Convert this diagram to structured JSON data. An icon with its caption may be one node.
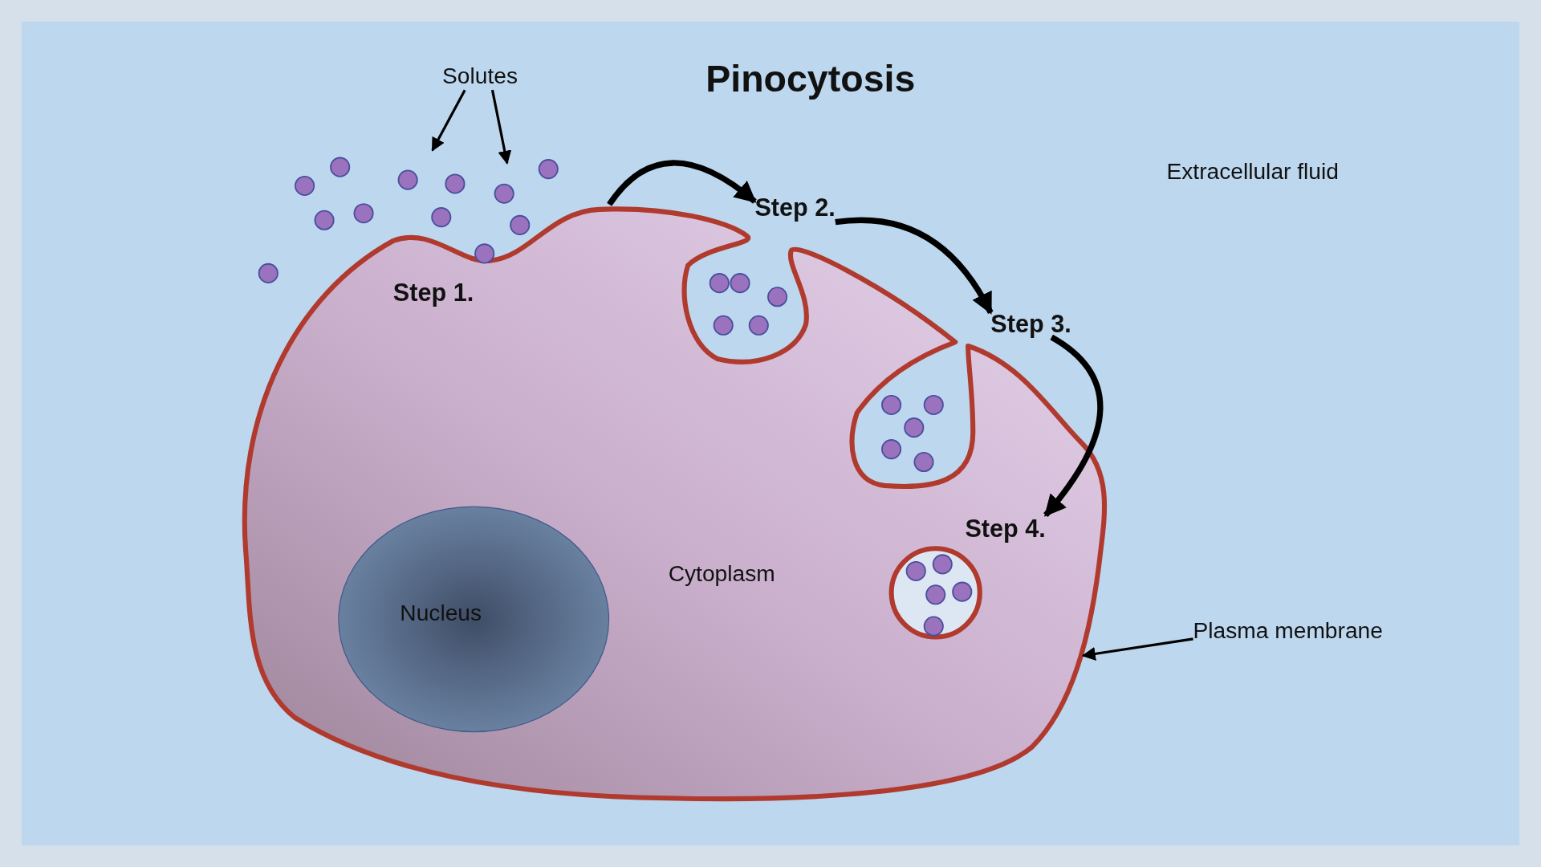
{
  "diagram": {
    "title": "Pinocytosis",
    "nodes": [
      {
        "text": [
          "Solutes"
        ]
      },
      {
        "text": [
          "Cytoplasm"
        ]
      },
      {
        "text": [
          "Nucleus"
        ],
        "in": 1
      },
      {
        "text": [
          "Step 1."
        ],
        "in": 1
      },
      {
        "text": [
          "Step 2."
        ]
      },
      {
        "text": [
          "Step 3."
        ]
      },
      {
        "text": [
          "Step 4."
        ],
        "in": 1
      },
      {
        "text": [
          "Plasma membrane"
        ]
      }
    ],
    "edges": [
      {
        "from": 0,
        "to": null,
        "arrow": "to"
      },
      {
        "from": 0,
        "to": null,
        "arrow": "to"
      },
      {
        "from": 1,
        "to": 4,
        "arrow": "to",
        "style": "thick"
      },
      {
        "from": 4,
        "to": 5,
        "arrow": "to",
        "style": "thick"
      },
      {
        "from": 5,
        "to": 6,
        "arrow": "to",
        "style": "thick"
      },
      {
        "from": 7,
        "to": 1,
        "arrow": "to"
      }
    ],
    "labels": [
      "Extracellular fluid"
    ]
  }
}
